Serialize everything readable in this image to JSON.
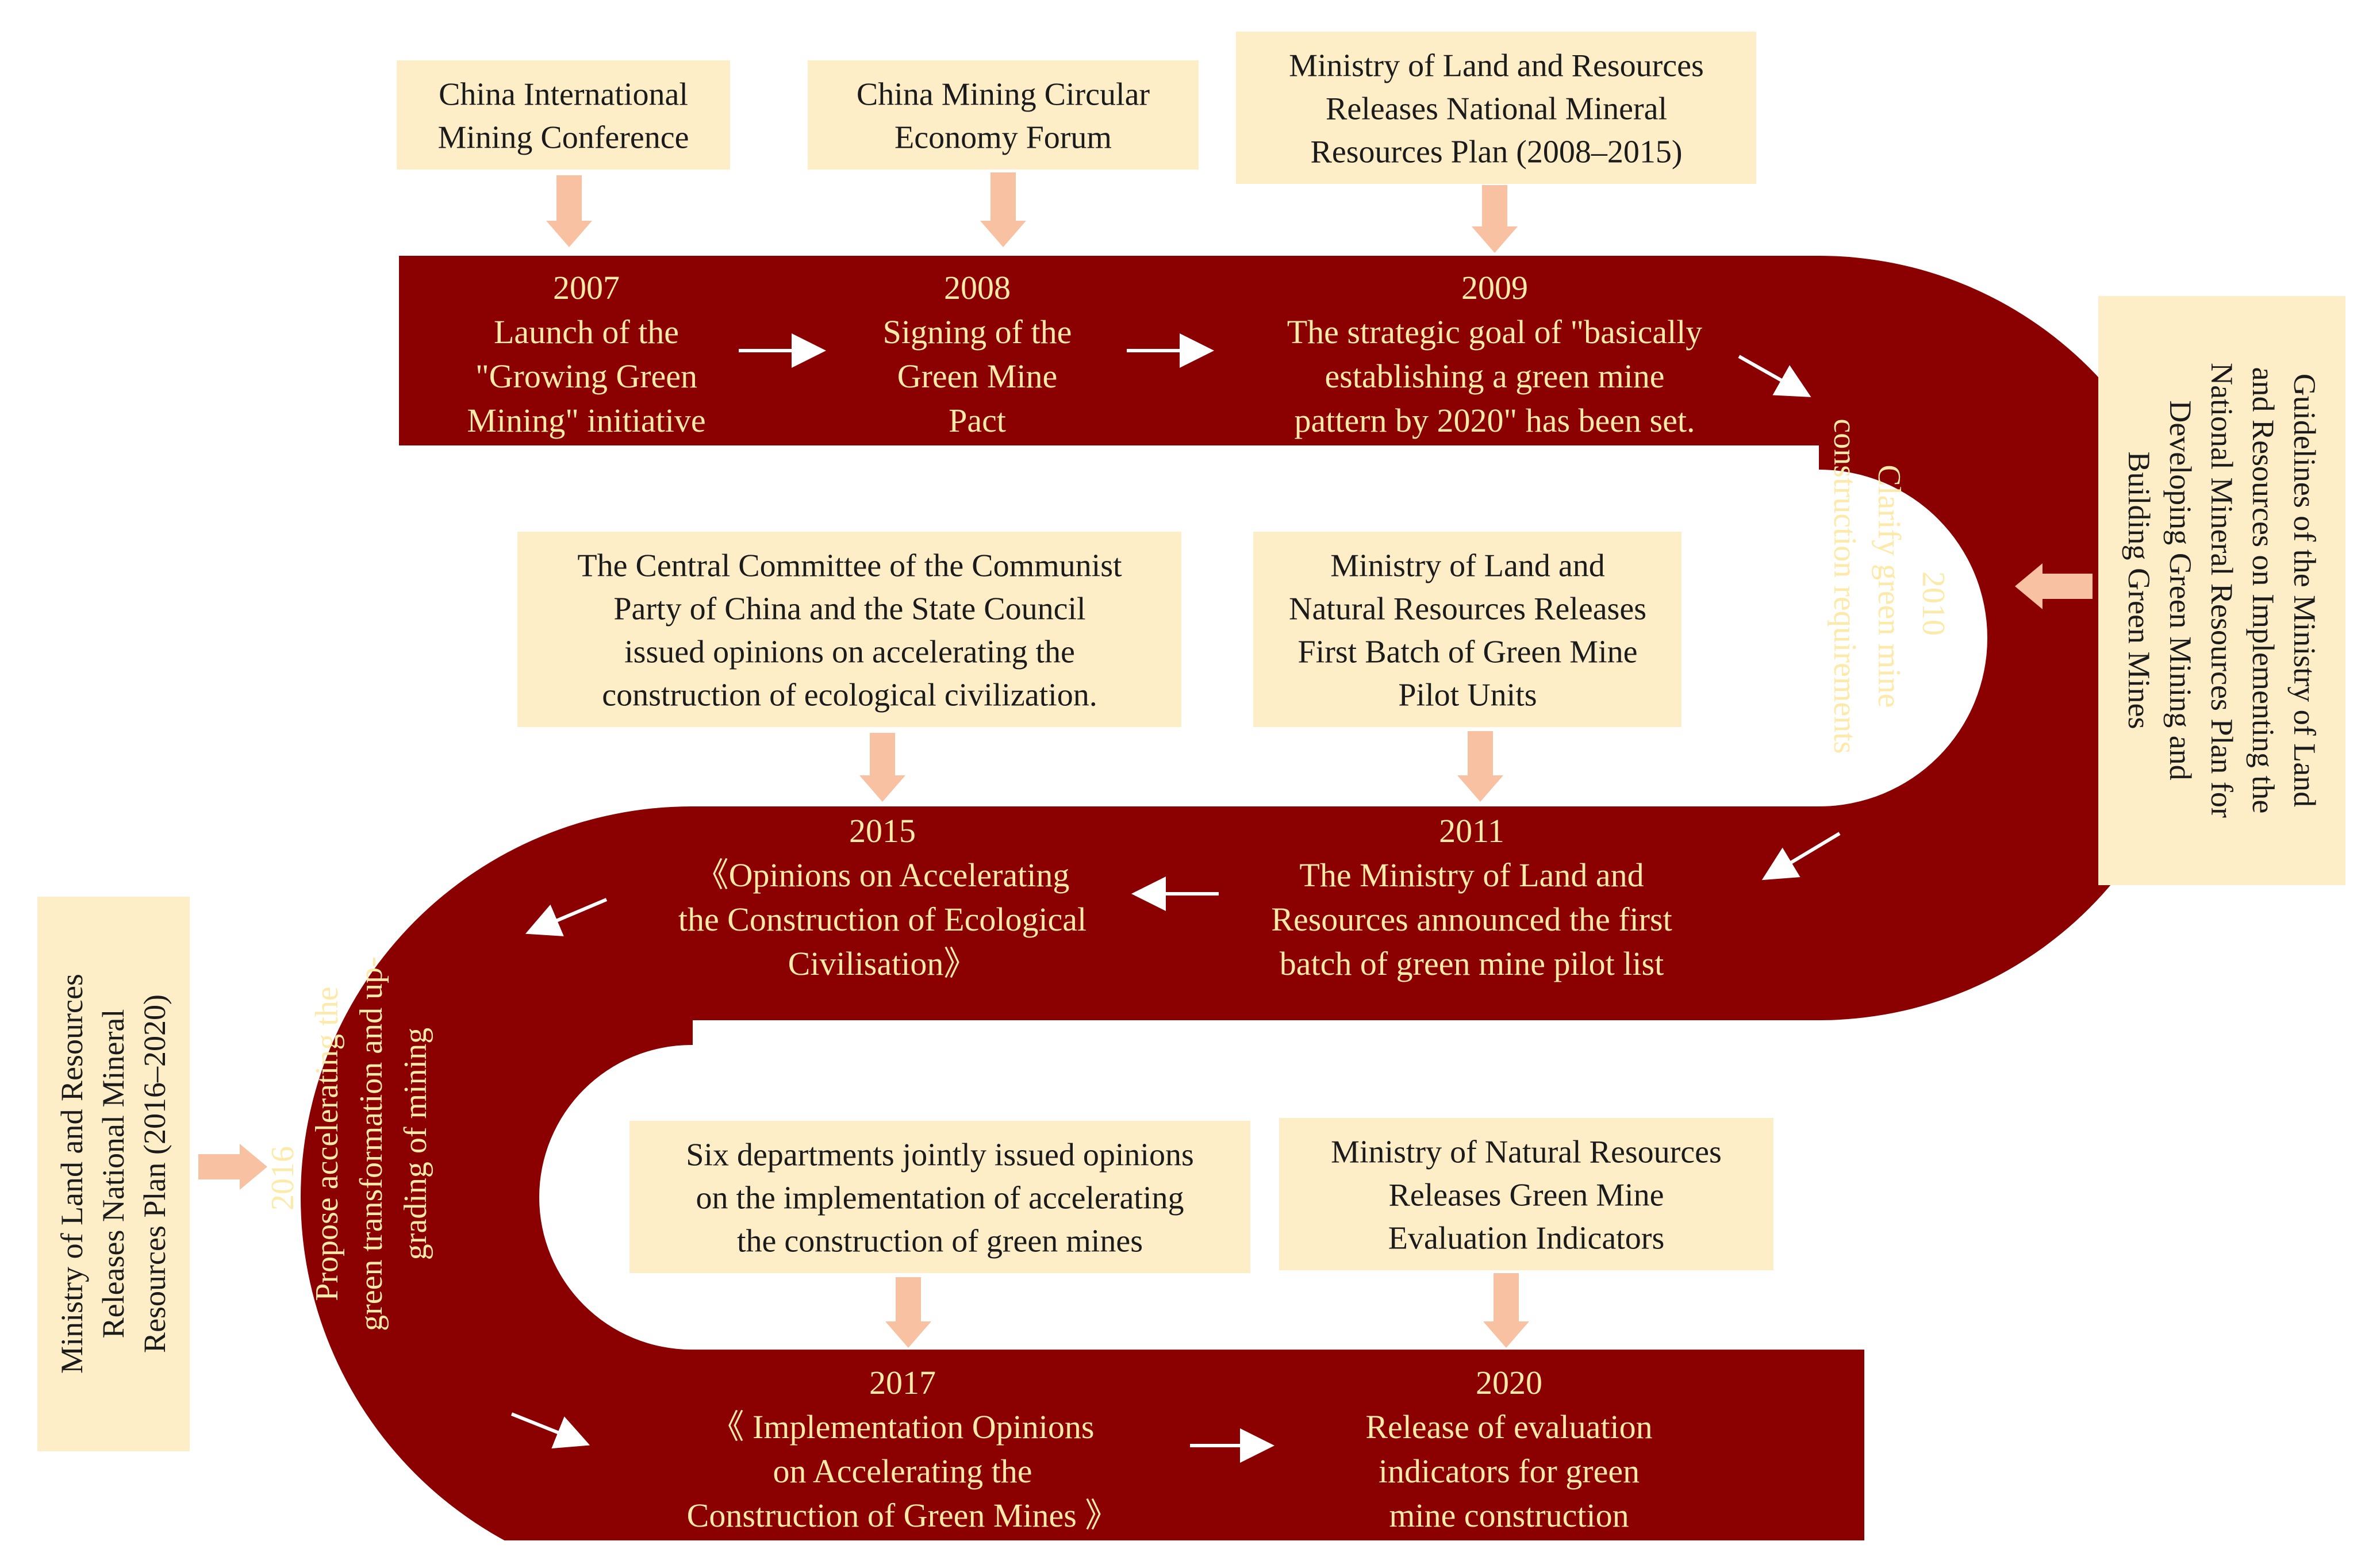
{
  "colors": {
    "band": "#8b0000",
    "box": "#fdeec8",
    "text_on_band": "#fde9a8",
    "text_on_box": "#1b1b1b",
    "down_arrow": "#f7c1a2",
    "flow_arrow": "#ffffff"
  },
  "icons": {
    "down_arrow": "block-arrow-down",
    "side_arrow": "block-arrow-horizontal",
    "flow_arrow": "thin-arrow"
  },
  "timeline": [
    {
      "year": "2007",
      "lines": [
        "Launch of the",
        "\"Growing Green",
        "Mining\" initiative"
      ]
    },
    {
      "year": "2008",
      "lines": [
        "Signing of the",
        "Green Mine",
        "Pact"
      ]
    },
    {
      "year": "2009",
      "lines": [
        "The strategic goal of \"basically",
        "establishing a green mine",
        "pattern by 2020\" has been set."
      ]
    },
    {
      "year": "2010",
      "lines": [
        "Clarify green mine",
        "construction requirements"
      ]
    },
    {
      "year": "2011",
      "lines": [
        "The Ministry of Land and",
        "Resources announced the first",
        "batch of green mine pilot list"
      ]
    },
    {
      "year": "2015",
      "lines": [
        "《Opinions on Accelerating",
        "the Construction of Ecological",
        "Civilisation》"
      ]
    },
    {
      "year": "2016",
      "lines": [
        "Propose accelerating the",
        "green transformation and up-",
        "grading of mining"
      ]
    },
    {
      "year": "2017",
      "lines": [
        "《 Implementation Opinions",
        "on Accelerating the",
        "Construction of Green Mines 》"
      ]
    },
    {
      "year": "2020",
      "lines": [
        "Release of evaluation",
        "indicators for green",
        "mine construction"
      ]
    }
  ],
  "callouts": [
    {
      "lines": [
        "China International",
        "Mining Conference"
      ]
    },
    {
      "lines": [
        "China Mining Circular",
        "Economy Forum"
      ]
    },
    {
      "lines": [
        "Ministry of Land and Resources",
        "Releases National Mineral",
        "Resources Plan (2008–2015)"
      ]
    },
    {
      "lines": [
        "The Central Committee of the Communist",
        "Party of China and the State Council",
        "issued opinions on accelerating the",
        "construction of ecological civilization."
      ]
    },
    {
      "lines": [
        "Ministry of Land and",
        "Natural Resources Releases",
        "First Batch of Green Mine",
        "Pilot Units"
      ]
    },
    {
      "lines": [
        "Six departments jointly issued opinions",
        "on the implementation of accelerating",
        "the construction of green mines"
      ]
    },
    {
      "lines": [
        "Ministry of Natural Resources",
        "Releases Green Mine",
        "Evaluation Indicators"
      ]
    }
  ],
  "side_callouts": [
    {
      "lines": [
        "Guidelines of the Ministry of Land",
        "and Resources on Implementing the",
        "National Mineral Resources Plan for",
        "Developing Green Mining and",
        "Building Green Mines"
      ]
    },
    {
      "lines": [
        "Ministry of Land and Resources",
        "Releases National Mineral",
        "Resources Plan (2016–2020)"
      ]
    }
  ]
}
